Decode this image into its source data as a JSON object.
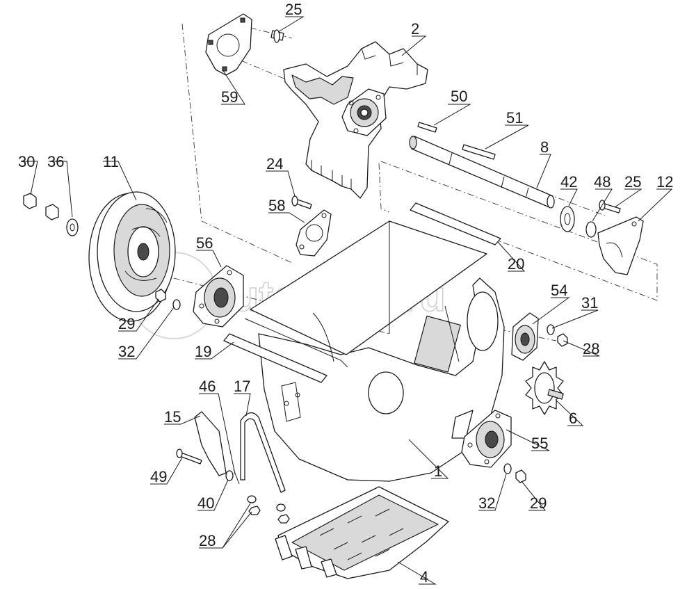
{
  "watermark": "autopiter.ru",
  "callouts": {
    "c25a": "25",
    "c2": "2",
    "c59": "59",
    "c50": "50",
    "c51": "51",
    "c8": "8",
    "c24": "24",
    "c58": "58",
    "c30": "30",
    "c36": "36",
    "c11": "11",
    "c42": "42",
    "c48": "48",
    "c25b": "25",
    "c12": "12",
    "c56": "56",
    "c20": "20",
    "c54": "54",
    "c31": "31",
    "c28a": "28",
    "c29a": "29",
    "c32a": "32",
    "c19": "19",
    "c6": "6",
    "c46": "46",
    "c17": "17",
    "c15": "15",
    "c55": "55",
    "c1": "1",
    "c49": "49",
    "c40": "40",
    "c32b": "32",
    "c29b": "29",
    "c28b": "28",
    "c4": "4"
  }
}
